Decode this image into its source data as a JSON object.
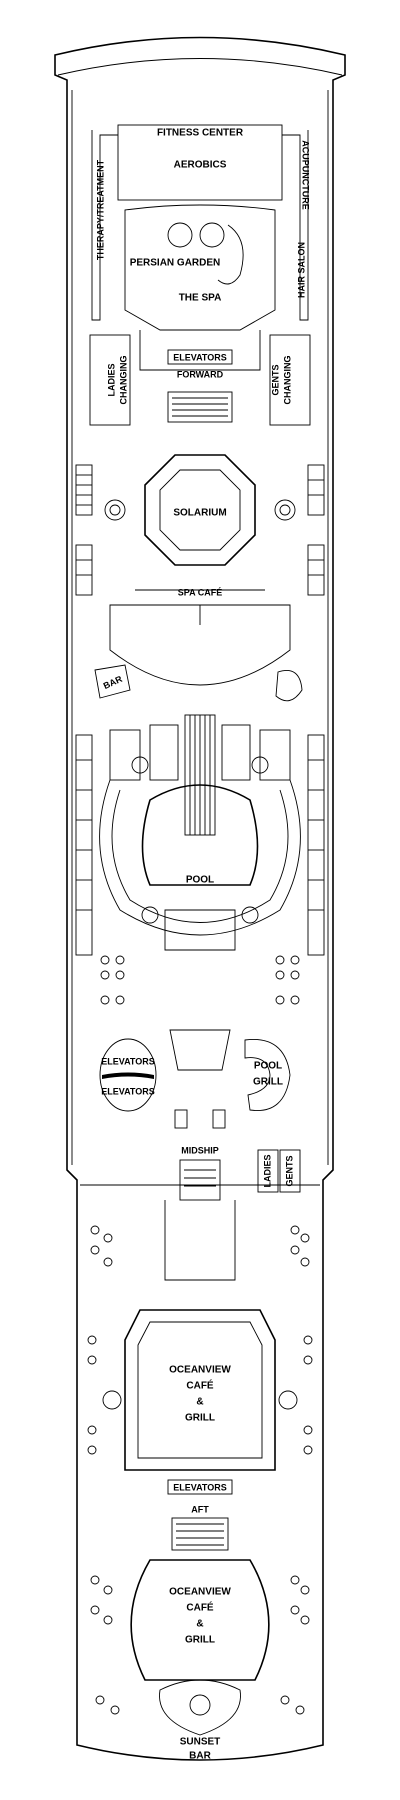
{
  "deck_plan": {
    "labels": {
      "fitness_center": "FITNESS CENTER",
      "aerobics": "AEROBICS",
      "acupuncture": "ACUPUNCTURE",
      "therapy_treatment": "THERAPY/TREATMENT",
      "persian_garden": "PERSIAN GARDEN",
      "the_spa": "THE SPA",
      "hair_salon": "HAIR SALON",
      "elevators_forward": "ELEVATORS",
      "forward": "FORWARD",
      "ladies_changing_1": "LADIES",
      "ladies_changing_2": "CHANGING",
      "gents_changing_1": "GENTS",
      "gents_changing_2": "CHANGING",
      "solarium": "SOLARIUM",
      "spa_cafe": "SPA CAFÉ",
      "bar": "BAR",
      "pool": "POOL",
      "elevators_mid_1": "ELEVATORS",
      "elevators_mid_2": "ELEVATORS",
      "pool_grill_1": "POOL",
      "pool_grill_2": "GRILL",
      "midship": "MIDSHIP",
      "ladies": "LADIES",
      "gents": "GENTS",
      "oceanview_1_a": "OCEANVIEW",
      "oceanview_1_b": "CAFÉ",
      "oceanview_1_c": "&",
      "oceanview_1_d": "GRILL",
      "elevators_aft": "ELEVATORS",
      "aft": "AFT",
      "oceanview_2_a": "OCEANVIEW",
      "oceanview_2_b": "CAFÉ",
      "oceanview_2_c": "&",
      "oceanview_2_d": "GRILL",
      "sunset_bar_1": "SUNSET",
      "sunset_bar_2": "BAR"
    }
  }
}
